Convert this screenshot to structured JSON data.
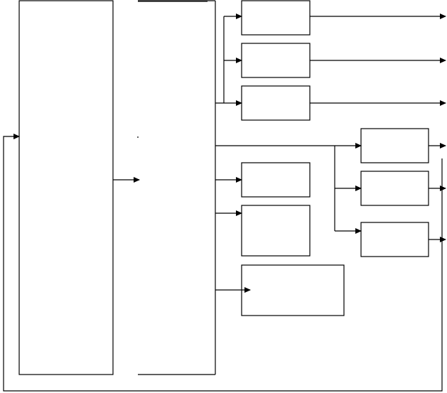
{
  "diagram": {
    "stroke_color": "#000000",
    "background_color": "#ffffff",
    "nodes": [
      {
        "id": "left-panel",
        "text": ""
      },
      {
        "id": "middle-panel",
        "text": ""
      },
      {
        "id": "box-a1",
        "text": ""
      },
      {
        "id": "box-a2",
        "text": ""
      },
      {
        "id": "box-a3",
        "text": ""
      },
      {
        "id": "box-b1",
        "text": ""
      },
      {
        "id": "box-b2",
        "text": ""
      },
      {
        "id": "box-b3",
        "text": ""
      },
      {
        "id": "box-c1",
        "text": ""
      },
      {
        "id": "box-c2",
        "text": ""
      },
      {
        "id": "box-c3",
        "text": ""
      }
    ],
    "edges": [
      {
        "from": "left-panel",
        "to": "middle-panel"
      },
      {
        "from": "middle-panel",
        "to": "box-a1"
      },
      {
        "from": "middle-panel",
        "to": "box-a2"
      },
      {
        "from": "middle-panel",
        "to": "box-a3"
      },
      {
        "from": "box-a1",
        "to": "right-edge"
      },
      {
        "from": "box-a2",
        "to": "right-edge"
      },
      {
        "from": "box-a3",
        "to": "right-edge"
      },
      {
        "from": "middle-panel",
        "to": "box-b1"
      },
      {
        "from": "middle-panel",
        "to": "box-b2"
      },
      {
        "from": "middle-panel",
        "to": "box-b3"
      },
      {
        "from": "box-b1",
        "to": "right-edge"
      },
      {
        "from": "box-b2",
        "to": "right-edge"
      },
      {
        "from": "box-b3",
        "to": "right-edge"
      },
      {
        "from": "middle-panel",
        "to": "box-c1"
      },
      {
        "from": "middle-panel",
        "to": "box-c2"
      },
      {
        "from": "middle-panel",
        "to": "box-c3"
      },
      {
        "from": "feedback",
        "to": "left-panel"
      }
    ]
  }
}
